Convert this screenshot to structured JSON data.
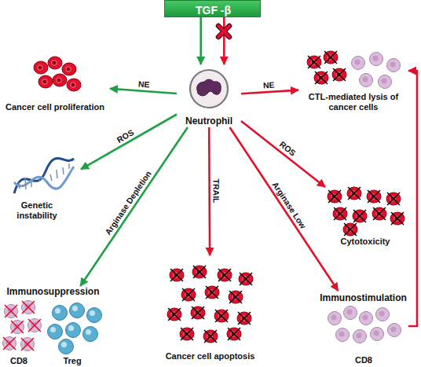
{
  "diagram": {
    "nodes": [
      {
        "text": [
          "TGF -β"
        ]
      },
      {
        "text": [
          "Neutrophil"
        ]
      },
      {
        "text": [
          "Cancer cell proliferation"
        ]
      },
      {
        "text": [
          "Genetic instability"
        ]
      },
      {
        "text": [
          "Immunosuppression",
          "CD8",
          "Treg"
        ]
      },
      {
        "text": [
          "Cancer cell apoptosis"
        ]
      },
      {
        "text": [
          "Immunostimulation",
          "CD8"
        ]
      },
      {
        "text": [
          "Cytotoxicity"
        ]
      },
      {
        "text": [
          "CTL-mediated lysis of cancer cells"
        ]
      }
    ],
    "edges": [
      {
        "from": 0,
        "to": 1,
        "arrow": "to"
      },
      {
        "from": 0,
        "to": 1,
        "arrow": "to"
      },
      {
        "from": 1,
        "to": 2,
        "label": "NE",
        "arrow": "to"
      },
      {
        "from": 1,
        "to": 3,
        "label": "ROS",
        "arrow": "to"
      },
      {
        "from": 1,
        "to": 4,
        "label": "Arginase Depletion",
        "arrow": "to"
      },
      {
        "from": 1,
        "to": 5,
        "label": "TRAIL",
        "arrow": "to"
      },
      {
        "from": 1,
        "to": 6,
        "label": "Arginase Low",
        "arrow": "to"
      },
      {
        "from": 1,
        "to": 7,
        "label": "ROS",
        "arrow": "to"
      },
      {
        "from": 1,
        "to": 8,
        "label": "NE",
        "arrow": "to"
      },
      {
        "from": 6,
        "to": 8,
        "arrow": "to"
      }
    ]
  }
}
